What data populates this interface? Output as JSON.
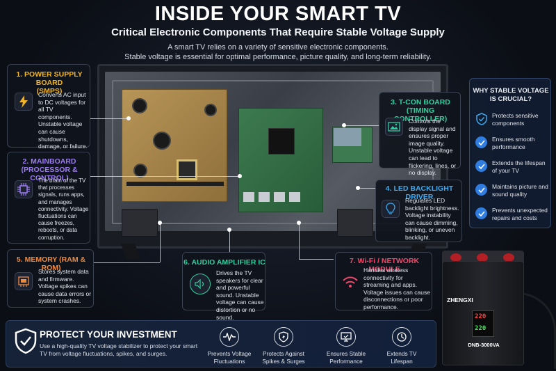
{
  "header": {
    "title": "INSIDE YOUR SMART TV",
    "subtitle": "Critical Electronic Components That Require Stable Voltage Supply",
    "intro_line1": "A smart TV relies on a variety of sensitive electronic components.",
    "intro_line2": "Stable voltage is essential for optimal performance, picture quality, and long-term reliability."
  },
  "components": {
    "power": {
      "title_line1": "1. POWER SUPPLY BOARD",
      "title_line2": "(SMPS)",
      "desc": "Converts AC input to DC voltages for all TV components. Unstable voltage can cause shutdowns, damage, or failure.",
      "icon": "lightning-icon",
      "color": "#f0b429"
    },
    "mainboard": {
      "title_line1": "2. MAINBOARD",
      "title_line2": "(PROCESSOR & CONTROL)",
      "desc": "The brain of the TV that processes signals, runs apps, and manages connectivity. Voltage fluctuations can cause freezes, reboots, or data corruption.",
      "icon": "processor-chip-icon",
      "color": "#9b7cf0"
    },
    "tcon": {
      "title_line1": "3. T-CON BOARD",
      "title_line2": "(TIMING CONTROLLER)",
      "desc": "Controls the display signal and ensures proper image quality. Unstable voltage can lead to flickering, lines, or no display.",
      "icon": "display-image-icon",
      "color": "#2fd0a0"
    },
    "backlight": {
      "title": "4. LED BACKLIGHT DRIVER",
      "desc": "Regulates LED backlight brightness. Voltage instability can cause dimming, blinking, or uneven backlight.",
      "icon": "lightbulb-icon",
      "color": "#3da9f0"
    },
    "memory": {
      "title": "5. MEMORY (RAM & ROM)",
      "desc": "Stores system data and firmware. Voltage spikes can cause data errors or system crashes.",
      "icon": "memory-chip-icon",
      "color": "#f08a3c"
    },
    "audio": {
      "title": "6. AUDIO AMPLIFIER IC",
      "desc": "Drives the TV speakers for clear and powerful sound. Unstable voltage can cause distortion or no sound.",
      "icon": "speaker-icon",
      "color": "#2fd0a0"
    },
    "wifi": {
      "title": "7. Wi-Fi / NETWORK MODULE",
      "desc": "Handles wireless connectivity for streaming and apps. Voltage issues can cause disconnections or poor performance.",
      "icon": "wifi-icon",
      "color": "#f0486a"
    }
  },
  "why": {
    "title": "WHY STABLE VOLTAGE IS CRUCIAL?",
    "items": [
      {
        "text": "Protects sensitive components",
        "icon": "shield-check-icon"
      },
      {
        "text": "Ensures smooth performance",
        "icon": "check-circle-icon"
      },
      {
        "text": "Extends the lifespan of your TV",
        "icon": "check-circle-icon"
      },
      {
        "text": "Maintains picture and sound quality",
        "icon": "check-circle-icon"
      },
      {
        "text": "Prevents unexpected repairs and costs",
        "icon": "check-circle-icon"
      }
    ]
  },
  "protect": {
    "heading": "PROTECT YOUR INVESTMENT",
    "body": "Use a high-quality TV voltage stabilizer to protect your smart TV from voltage fluctuations, spikes, and surges.",
    "features": [
      {
        "label_line1": "Prevents Voltage",
        "label_line2": "Fluctuations",
        "icon": "pulse-wave-icon"
      },
      {
        "label_line1": "Protects Against",
        "label_line2": "Spikes & Surges",
        "icon": "shield-lightning-icon"
      },
      {
        "label_line1": "Ensures Stable",
        "label_line2": "Performance",
        "icon": "monitor-icon"
      },
      {
        "label_line1": "Extends TV",
        "label_line2": "Lifespan",
        "icon": "clock-icon"
      }
    ]
  },
  "device": {
    "brand": "ZHENGXI",
    "display_top": "220",
    "display_bottom": "220",
    "model": "DNB-3000VA"
  }
}
